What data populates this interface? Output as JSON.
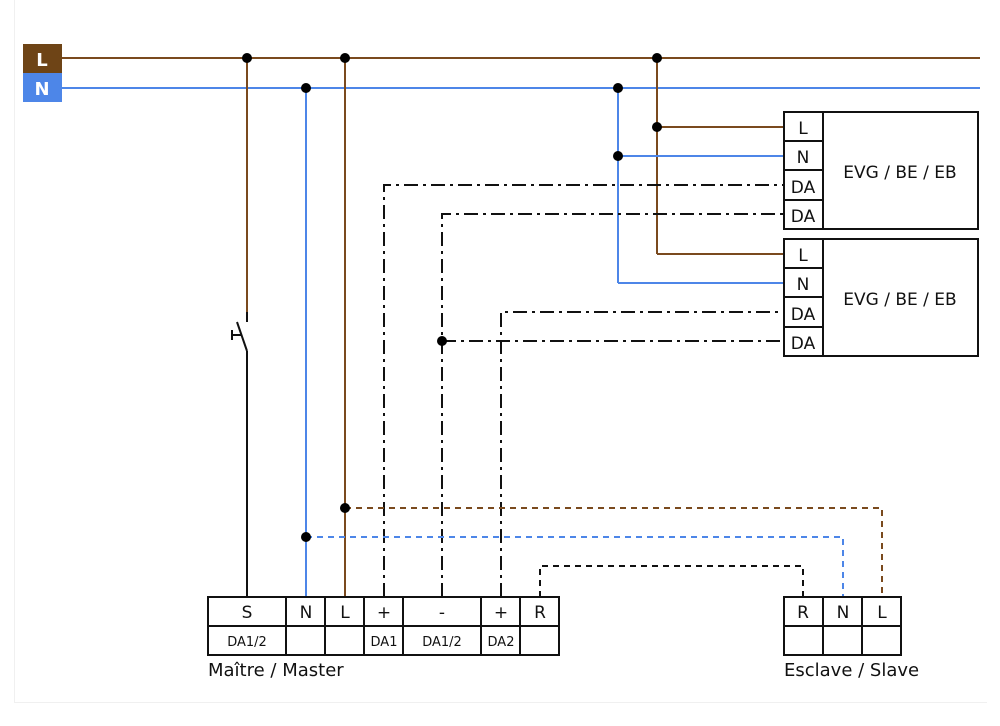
{
  "colors": {
    "live": "#7a4a1e",
    "neutral": "#4d86e8",
    "signal": "#111111",
    "live_badge_bg": "#6e4416",
    "neutral_badge_bg": "#4d86e8"
  },
  "supply": {
    "live_label": "L",
    "neutral_label": "N"
  },
  "ballasts": [
    {
      "name": "EVG / BE / EB",
      "terminals": [
        "L",
        "N",
        "DA",
        "DA"
      ]
    },
    {
      "name": "EVG / BE / EB",
      "terminals": [
        "L",
        "N",
        "DA",
        "DA"
      ]
    }
  ],
  "master": {
    "title": "Maître / Master",
    "top_row": [
      "S",
      "N",
      "L",
      "+",
      "-",
      "+",
      "R"
    ],
    "bottom_row": [
      "DA1/2",
      "",
      "",
      "DA1",
      "DA1/2",
      "DA2",
      ""
    ]
  },
  "slave": {
    "title": "Esclave / Slave",
    "top_row": [
      "R",
      "N",
      "L"
    ],
    "bottom_row": [
      "",
      "",
      ""
    ]
  }
}
